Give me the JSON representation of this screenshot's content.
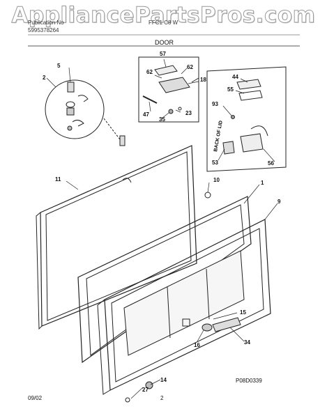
{
  "watermark": "AppliancePartsPros.com",
  "header": {
    "line1_left": "Publication No",
    "line2_left": "5995378264",
    "line1_mid": "FFC1 C8 W",
    "section_title": "DOOR"
  },
  "callouts": {
    "c1": "1",
    "c2": "2",
    "c5": "5",
    "c9": "9",
    "c10": "10",
    "c11": "11",
    "c14": "14",
    "c15": "15",
    "c16": "16",
    "c18": "18",
    "c23": "23",
    "c27": "27",
    "c34": "34",
    "c35": "35",
    "c44": "44",
    "c47": "47",
    "c53": "53",
    "c55": "55",
    "c56": "56",
    "c57": "57",
    "c62a": "62",
    "c62b": "62",
    "c93": "93"
  },
  "inset_label": "BACK OF LID",
  "diagram_code": "P08D0339",
  "footer": {
    "date": "09/02",
    "page": "2"
  }
}
